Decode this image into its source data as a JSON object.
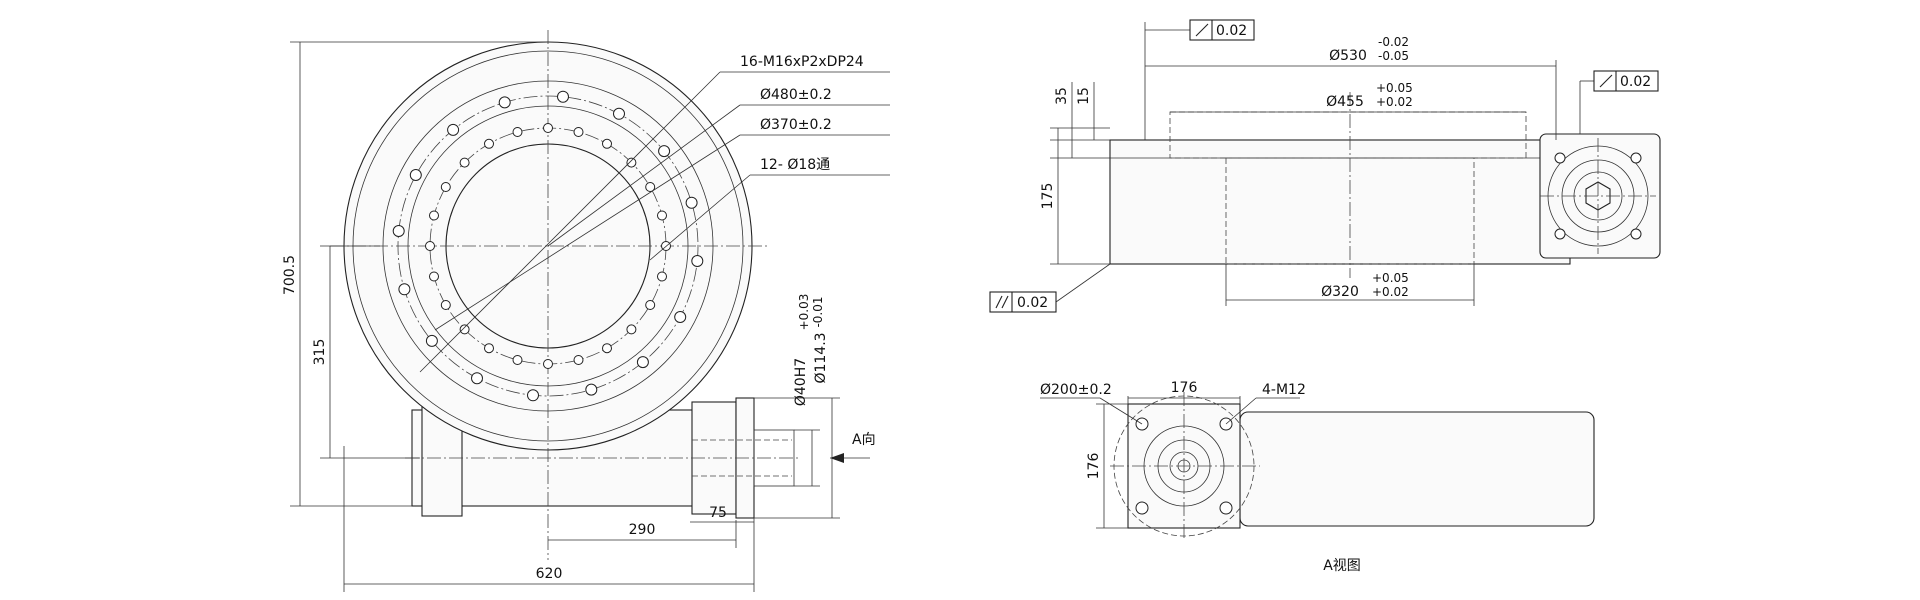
{
  "labels": {
    "bolt_thread": "16-M16xP2xDP24",
    "pcd_480": "Ø480±0.2",
    "pcd_370": "Ø370±0.2",
    "through_holes": "12- Ø18通",
    "height_700": "700.5",
    "height_315": "315",
    "width_620": "620",
    "len_290": "290",
    "len_75": "75",
    "shaft_40": "Ø40H7",
    "shaft_114": "Ø114.3",
    "shaft_114_up": "+0.03",
    "shaft_114_low": "-0.01",
    "view_arrow": "A向",
    "flat_tol_top": "0.02",
    "runout_right": "0.02",
    "parallel_tol": "0.02",
    "dia530": "Ø530",
    "dia530_up": "-0.02",
    "dia530_low": "-0.05",
    "dia455": "Ø455",
    "dia455_up": "+0.05",
    "dia455_low": "+0.02",
    "dia320": "Ø320",
    "dia320_up": "+0.05",
    "dia320_low": "+0.02",
    "h35": "35",
    "h15": "15",
    "h175": "175",
    "dia200": "Ø200±0.2",
    "w176": "176",
    "v176": "176",
    "m12": "4-M12",
    "view_title": "A视图"
  },
  "icons": {
    "runout": "runout-arrow-icon",
    "parallel": "parallelism-icon"
  }
}
